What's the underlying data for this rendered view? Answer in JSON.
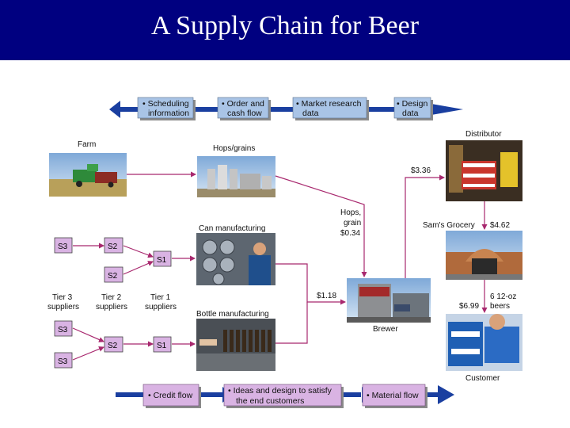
{
  "title": "A Supply Chain for Beer",
  "colors": {
    "banner": "#000080",
    "flow_arrow": "#1a3fa0",
    "info_box": "#a9c4e6",
    "bottom_box": "#d9b3e3",
    "connector": "#a8286e"
  },
  "top_flows": [
    {
      "line1": "• Scheduling",
      "line2": "information"
    },
    {
      "line1": "• Order and",
      "line2": "cash flow"
    },
    {
      "line1": "• Market research",
      "line2": "data"
    },
    {
      "line1": "• Design",
      "line2": "data"
    }
  ],
  "bottom_flows": [
    {
      "line1": "• Credit flow",
      "line2": ""
    },
    {
      "line1": "• Ideas and design to satisfy",
      "line2": "the end customers"
    },
    {
      "line1": "• Material flow",
      "line2": ""
    }
  ],
  "nodes": {
    "farm": "Farm",
    "hops_grains": "Hops/grains",
    "can_manufacturing": "Can manufacturing",
    "bottle_manufacturing": "Bottle manufacturing",
    "brewer": "Brewer",
    "distributor": "Distributor",
    "grocery": "Sam's Grocery",
    "customer": "Customer"
  },
  "suppliers": {
    "s3": "S3",
    "s2": "S2",
    "s1": "S1",
    "tier3_line1": "Tier 3",
    "tier3_line2": "suppliers",
    "tier2_line1": "Tier 2",
    "tier2_line2": "suppliers",
    "tier1_line1": "Tier 1",
    "tier1_line2": "suppliers"
  },
  "prices": {
    "distributor_in": "$3.36",
    "hops_line1": "Hops,",
    "hops_line2": "grain",
    "hops_line3": "$0.34",
    "cans_bottles": "$1.18",
    "grocery": "$4.62",
    "beers_line1": "6 12-oz",
    "beers_line2": "beers",
    "customer": "$6.99"
  },
  "icons": {
    "farm": "combine-harvester-photo",
    "hops": "grain-silo-photo",
    "can": "can-factory-photo",
    "bottle": "bottle-line-photo",
    "brewer": "brewery-photo",
    "distributor": "warehouse-photo",
    "grocery": "storefront-photo",
    "customer": "beer-cases-photo"
  }
}
